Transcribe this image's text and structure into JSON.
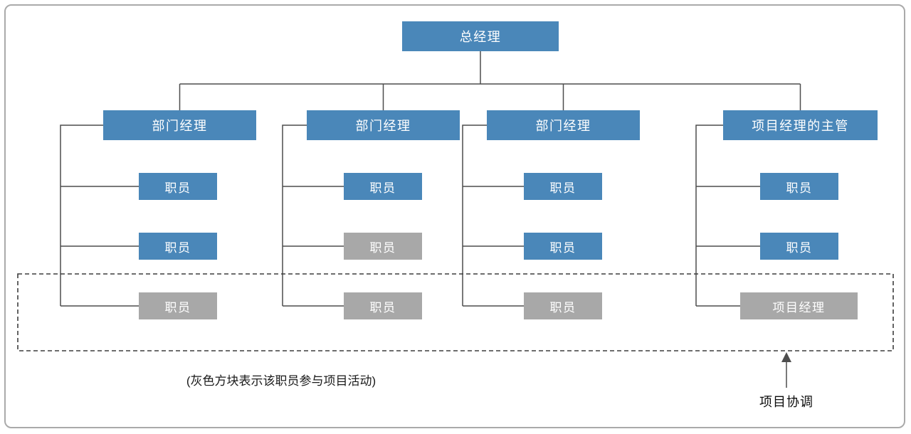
{
  "diagram": {
    "root_label": "总经理",
    "columns": [
      {
        "manager": "部门经理",
        "staff": [
          {
            "label": "职员",
            "participates": false
          },
          {
            "label": "职员",
            "participates": false
          },
          {
            "label": "职员",
            "participates": true
          }
        ]
      },
      {
        "manager": "部门经理",
        "staff": [
          {
            "label": "职员",
            "participates": false
          },
          {
            "label": "职员",
            "participates": true
          },
          {
            "label": "职员",
            "participates": true
          }
        ]
      },
      {
        "manager": "部门经理",
        "staff": [
          {
            "label": "职员",
            "participates": false
          },
          {
            "label": "职员",
            "participates": false
          },
          {
            "label": "职员",
            "participates": true
          }
        ]
      },
      {
        "manager": "项目经理的主管",
        "staff": [
          {
            "label": "职员",
            "participates": false
          },
          {
            "label": "职员",
            "participates": false
          },
          {
            "label": "项目经理",
            "participates": true
          }
        ]
      }
    ],
    "legend_note": "(灰色方块表示该职员参与项目活动)",
    "coordination_label": "项目协调",
    "colors": {
      "node_blue": "#4a87b9",
      "node_gray": "#a8a8a8",
      "node_text": "#ffffff",
      "line": "#4d4d4d"
    }
  }
}
